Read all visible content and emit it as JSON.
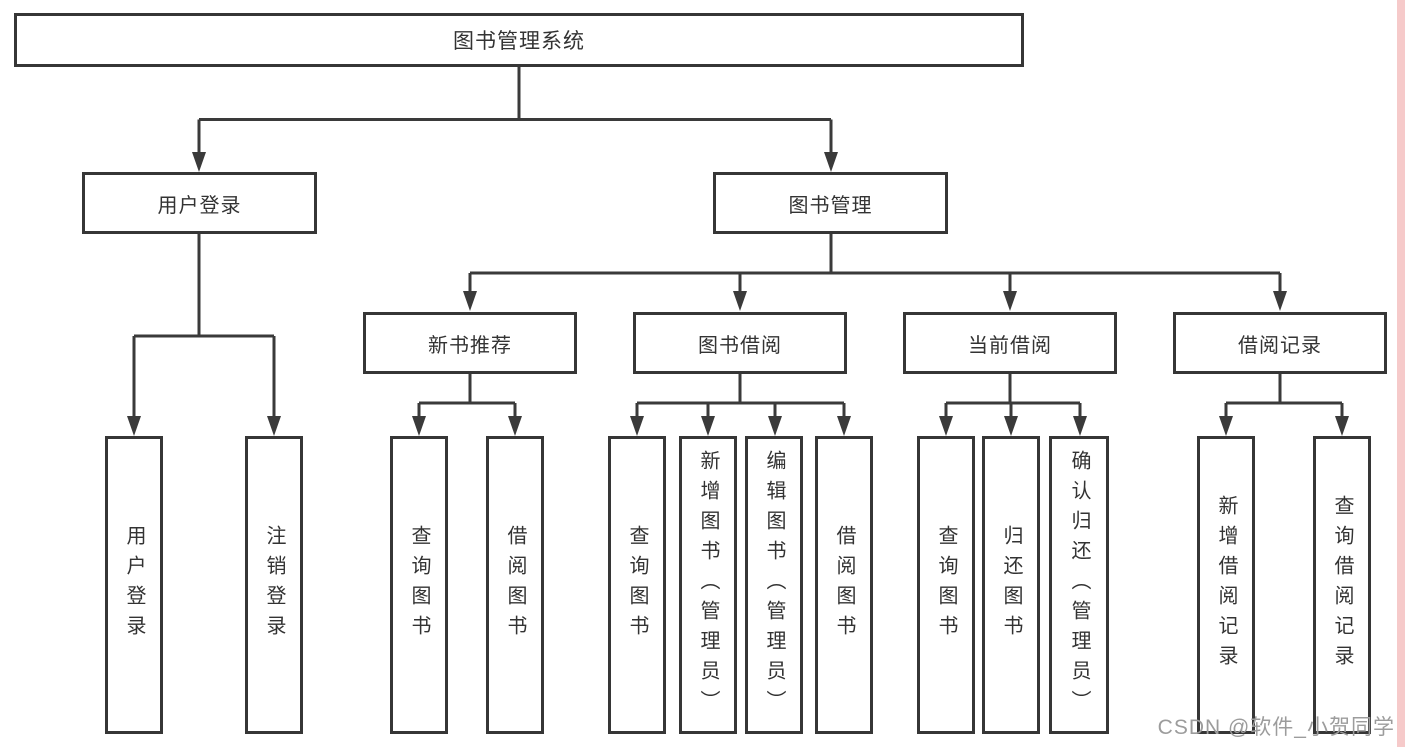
{
  "diagram": {
    "root": "图书管理系统",
    "branches": [
      {
        "label": "用户登录",
        "children": [
          "用户登录",
          "注销登录"
        ]
      },
      {
        "label": "图书管理",
        "children": [
          {
            "label": "新书推荐",
            "children": [
              "查询图书",
              "借阅图书"
            ]
          },
          {
            "label": "图书借阅",
            "children": [
              "查询图书",
              "新增图书（管理员）",
              "编辑图书（管理员）",
              "借阅图书"
            ]
          },
          {
            "label": "当前借阅",
            "children": [
              "查询图书",
              "归还图书",
              "确认归还（管理员）"
            ]
          },
          {
            "label": "借阅记录",
            "children": [
              "新增借阅记录",
              "查询借阅记录"
            ]
          }
        ]
      }
    ]
  },
  "watermark": {
    "text": "CSDN @软件_小贺同学"
  },
  "colors": {
    "line": "#3a3a3a",
    "box_border": "#363636",
    "text": "#333333",
    "watermark": "#9c9c9c",
    "edge_strip": "#f6caca",
    "background": "#ffffff"
  }
}
